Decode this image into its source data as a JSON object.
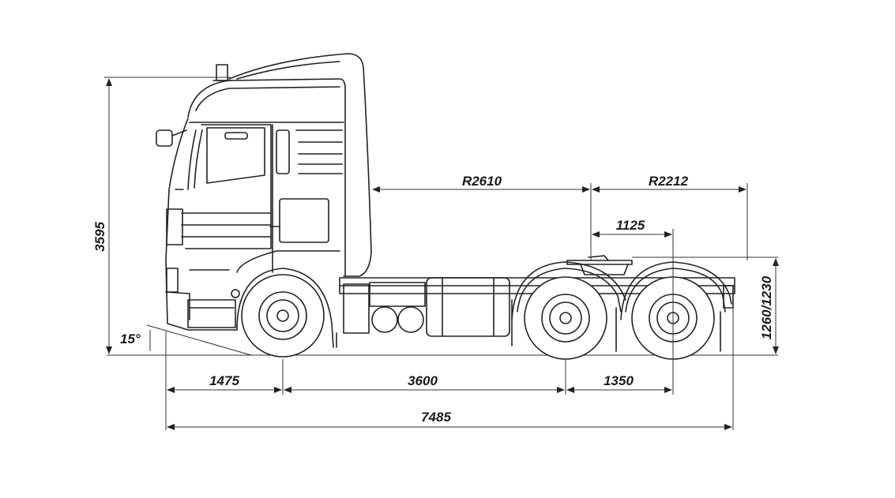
{
  "dimensions": {
    "height_total": "3595",
    "approach_angle": "15°",
    "front_overhang": "1475",
    "wheelbase_front": "3600",
    "bogie_spacing": "1350",
    "overall_length": "7485",
    "radius_cab": "R2610",
    "radius_rear": "R2212",
    "fifth_wheel_offset": "1125",
    "coupling_height": "1260/1230"
  },
  "colors": {
    "line": "#222222",
    "background": "#ffffff"
  }
}
